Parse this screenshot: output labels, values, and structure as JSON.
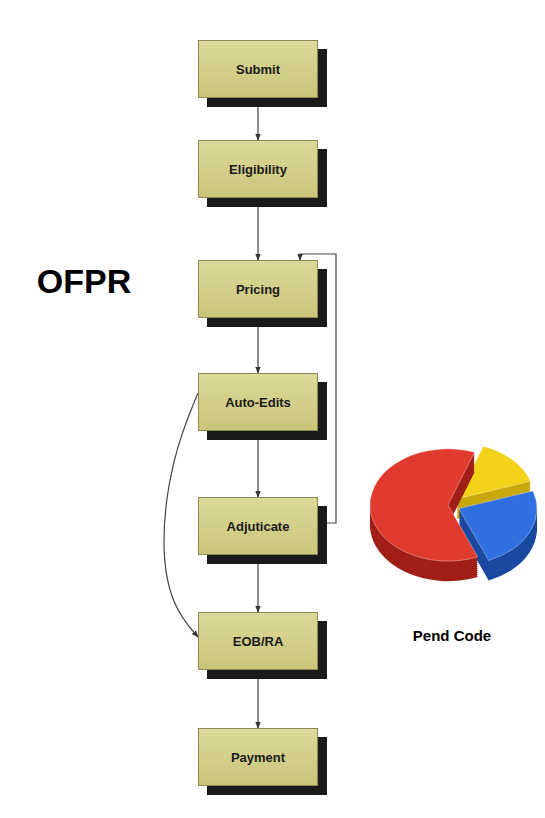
{
  "diagram": {
    "nodes": [
      {
        "text": [
          "Submit"
        ]
      },
      {
        "text": [
          "Eligibility"
        ]
      },
      {
        "text": [
          "Pricing"
        ]
      },
      {
        "text": [
          "Auto-Edits"
        ]
      },
      {
        "text": [
          "Adjuticate"
        ]
      },
      {
        "text": [
          "EOB/RA"
        ]
      },
      {
        "text": [
          "Payment"
        ]
      }
    ],
    "edges": [
      {
        "from": 0,
        "to": 1,
        "arrow": "to"
      },
      {
        "from": 1,
        "to": 2,
        "arrow": "to"
      },
      {
        "from": 2,
        "to": 3,
        "arrow": "to"
      },
      {
        "from": 3,
        "to": 4,
        "arrow": "to"
      },
      {
        "from": 4,
        "to": 5,
        "arrow": "to"
      },
      {
        "from": 5,
        "to": 6,
        "arrow": "to"
      },
      {
        "from": 4,
        "to": 2,
        "arrow": "to"
      },
      {
        "from": 3,
        "to": 5,
        "label": "OFPR",
        "arrow": "to"
      }
    ],
    "labels": [
      "Pend Code"
    ]
  }
}
